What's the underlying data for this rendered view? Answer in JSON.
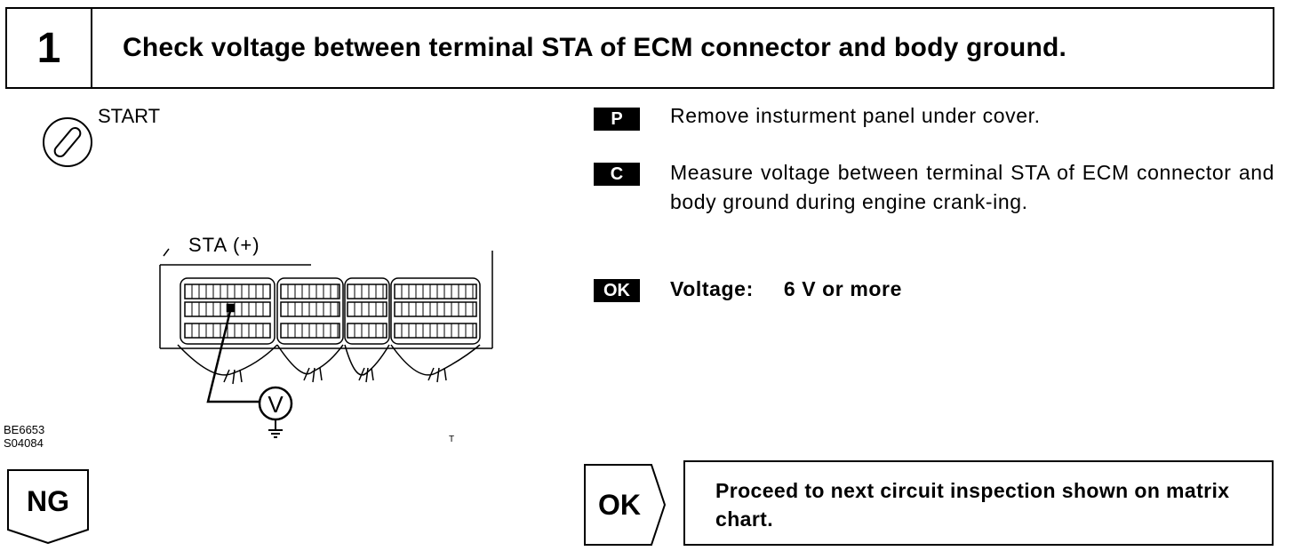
{
  "header": {
    "step_number": "1",
    "title": "Check voltage between terminal STA of ECM connector and body ground."
  },
  "figure": {
    "ignition_label": "START",
    "terminal_label": "STA (+)",
    "meter_symbol": "V",
    "codes": [
      "BE6653",
      "S04084"
    ],
    "mark": "T"
  },
  "instructions": [
    {
      "badge": "P",
      "text": "Remove insturment panel under cover."
    },
    {
      "badge": "C",
      "text": "Measure voltage between terminal STA of ECM connector and body ground during engine crank-ing."
    },
    {
      "badge": "OK",
      "label": "Voltage:",
      "value": "6 V or more"
    }
  ],
  "results": {
    "ng_label": "NG",
    "ok_label": "OK",
    "ok_action": "Proceed to next circuit inspection shown on matrix chart."
  }
}
